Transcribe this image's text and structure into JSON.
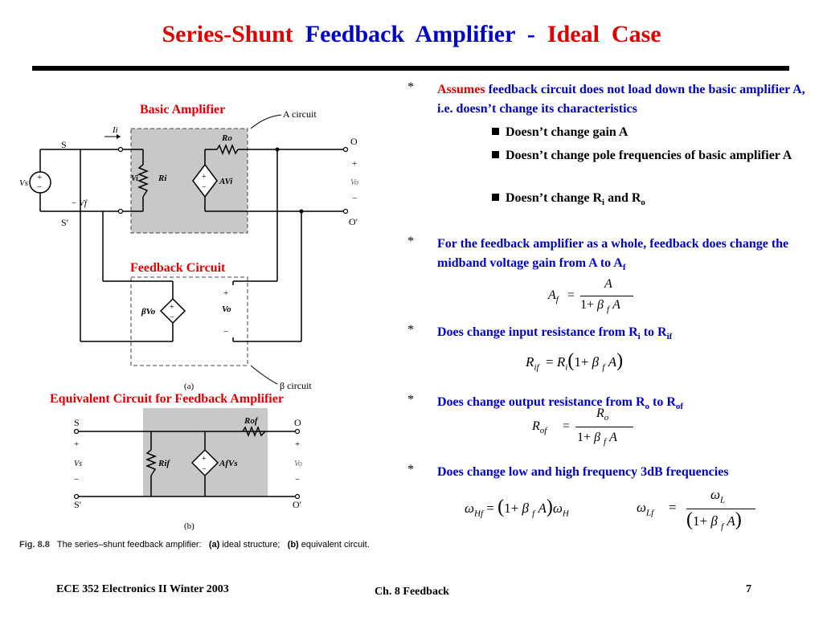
{
  "title": {
    "part1": "Series-Shunt ",
    "part2": "Feedback  Amplifier  - ",
    "part3": "Ideal  Case"
  },
  "captions": {
    "basic_amplifier": "Basic Amplifier",
    "feedback_circuit": "Feedback Circuit",
    "equivalent_circuit": "Equivalent Circuit for Feedback Amplifier"
  },
  "figure": {
    "a_circuit_label": "A  circuit",
    "beta_circuit_label": "β circuit",
    "sub_a": "(a)",
    "sub_b": "(b)",
    "fig_num": "Fig. 8.8",
    "fig_text": "The series–shunt feedback amplifier:",
    "fig_a": "(a)",
    "fig_a_text": "ideal structure;",
    "fig_b": "(b)",
    "fig_b_text": "equivalent circuit.",
    "labels": {
      "S": "S",
      "S_prime": "S′",
      "O": "O",
      "O_prime": "O′",
      "Vs": "Vs",
      "Ii": "Ii",
      "Ro": "Ro",
      "Ri": "Ri",
      "Vi": "Vi",
      "AVi": "AVi",
      "Vf": "− Vf",
      "betaVo": "βVo",
      "Vo": "Vo",
      "Rof": "Rof",
      "Rif": "Rif",
      "AfVs": "AfVs"
    }
  },
  "bullets": [
    {
      "marker": "*",
      "lead": "Assumes",
      "text": " feedback circuit does not load down the basic amplifier A, i.e. doesn’t change its characteristics"
    },
    {
      "marker": "*",
      "text": "For the feedback amplifier as a whole, feedback does change the midband voltage gain from A to A",
      "sub": "f"
    },
    {
      "marker": "*",
      "text": "Does change input resistance from R",
      "sub1": "i",
      "mid": " to R",
      "sub2": "if"
    },
    {
      "marker": "*",
      "text": "Does change output resistance from R",
      "sub1": "o",
      "mid": " to R",
      "sub2": "of"
    },
    {
      "marker": "*",
      "text": "Does change low and high frequency 3dB frequencies"
    }
  ],
  "subbullets": [
    {
      "text": "Doesn’t change gain A"
    },
    {
      "text": "Doesn’t change pole frequencies of basic amplifier A"
    },
    {
      "text": "Doesn’t change R",
      "sub1": "i",
      "mid": " and R",
      "sub2": "o"
    }
  ],
  "footer": {
    "course": "ECE 352  Electronics II Winter 2003",
    "chapter": "Ch. 8 Feedback",
    "page": "7"
  }
}
